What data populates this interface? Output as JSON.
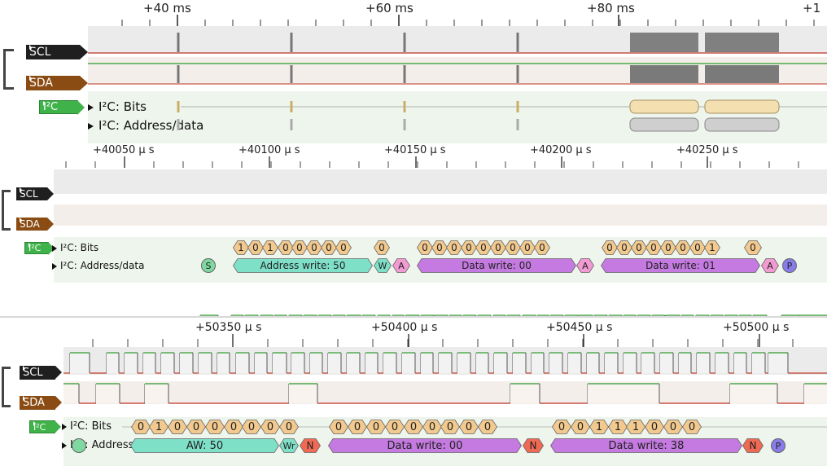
{
  "colors": {
    "scl_tag": "#1f1f1f",
    "sda_tag": "#8a4c12",
    "i2c_tag": "#3fb34a",
    "high_line": "#2e9a2e",
    "low_line": "#c0392b",
    "bit_fill": "#f2c98e",
    "addr_fill": "#7fe0c8",
    "data_fill": "#c47ae0",
    "ack_fill": "#f29ad2",
    "nack_fill": "#ef6a55",
    "start_fill": "#7ed8a0",
    "stop_fill": "#8a7ce8"
  },
  "panel1": {
    "ruler": [
      "+40 ms",
      "+60 ms",
      "+80 ms",
      "+1"
    ],
    "scl": "SCL",
    "sda": "SDA",
    "i2c": "I²C",
    "row_bits": "I²C: Bits",
    "row_addr": "I²C: Address/data"
  },
  "panel2": {
    "ruler": [
      "+40050 μ s",
      "+40100 μ s",
      "+40150 μ s",
      "+40200 μ s",
      "+40250 μ s"
    ],
    "scl": "SCL",
    "sda": "SDA",
    "i2c": "I²C",
    "row_bits": "I²C: Bits",
    "row_addr": "I²C: Address/data",
    "bits1": [
      "1",
      "0",
      "1",
      "0",
      "0",
      "0",
      "0",
      "0"
    ],
    "bits2": [
      "0",
      "0",
      "0",
      "0",
      "0",
      "0",
      "0",
      "0"
    ],
    "bits3": [
      "0",
      "0",
      "0",
      "0",
      "0",
      "0",
      "0",
      "1"
    ],
    "ack_bit": "0",
    "start": "S",
    "addr": "Address write: 50",
    "w": "W",
    "a": "A",
    "data1": "Data write: 00",
    "data2": "Data write: 01",
    "stop": "P"
  },
  "panel3": {
    "ruler": [
      "+50350 μ s",
      "+50400 μ s",
      "+50450 μ s",
      "+50500 μ s"
    ],
    "scl": "SCL",
    "sda": "SDA",
    "i2c": "I²C",
    "row_bits": "I²C: Bits",
    "row_addr": "I²C: Address/data",
    "bits1": [
      "0",
      "1",
      "0",
      "0",
      "0",
      "0",
      "0",
      "0"
    ],
    "bits2": [
      "0",
      "0",
      "0",
      "0",
      "0",
      "0",
      "0",
      "0",
      "0"
    ],
    "bits3": [
      "0",
      "0",
      "1",
      "1",
      "1",
      "0",
      "0",
      "0"
    ],
    "addr": "AW: 50",
    "wr": "Wr",
    "n": "N",
    "data1": "Data write: 00",
    "data2": "Data write: 38",
    "stop": "P"
  }
}
